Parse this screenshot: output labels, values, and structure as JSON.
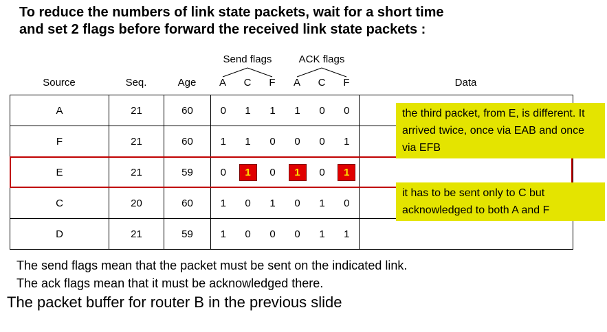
{
  "title": {
    "line1": "To reduce the numbers of link state packets, wait for a short time",
    "line2": "and set 2 flags before forward the received link state packets :"
  },
  "table": {
    "group_headers": {
      "send": "Send flags",
      "ack": "ACK flags"
    },
    "columns": [
      "Source",
      "Seq.",
      "Age",
      "A",
      "C",
      "F",
      "A",
      "C",
      "F",
      "Data"
    ],
    "rows": [
      {
        "source": "A",
        "seq": "21",
        "age": "60",
        "send": [
          "0",
          "1",
          "1"
        ],
        "ack": [
          "1",
          "0",
          "0"
        ],
        "highlight": false
      },
      {
        "source": "F",
        "seq": "21",
        "age": "60",
        "send": [
          "1",
          "1",
          "0"
        ],
        "ack": [
          "0",
          "0",
          "1"
        ],
        "highlight": false
      },
      {
        "source": "E",
        "seq": "21",
        "age": "59",
        "send": [
          "0",
          "1",
          "0"
        ],
        "ack": [
          "1",
          "0",
          "1"
        ],
        "highlight": true,
        "send_hl": [
          false,
          true,
          false
        ],
        "ack_hl": [
          true,
          false,
          true
        ]
      },
      {
        "source": "C",
        "seq": "20",
        "age": "60",
        "send": [
          "1",
          "0",
          "1"
        ],
        "ack": [
          "0",
          "1",
          "0"
        ],
        "highlight": false
      },
      {
        "source": "D",
        "seq": "21",
        "age": "59",
        "send": [
          "1",
          "0",
          "0"
        ],
        "ack": [
          "0",
          "1",
          "1"
        ],
        "highlight": false
      }
    ]
  },
  "annotations": [
    {
      "text": "the third packet, from E, is different. It arrived twice, once via EAB and once via EFB"
    },
    {
      "text": "it has to be sent only to C but acknowledged to both A and F"
    }
  ],
  "notes": {
    "line1": "The send flags mean that the packet must be sent on the indicated link.",
    "line2": "The ack flags mean that it must be acknowledged there."
  },
  "caption": "The packet buffer for router B in the previous slide",
  "colors": {
    "annotation_bg": "#e4e400",
    "flag_highlight_bg": "#e00000",
    "flag_highlight_text": "#ffe400",
    "row_highlight_border": "#c00000"
  }
}
